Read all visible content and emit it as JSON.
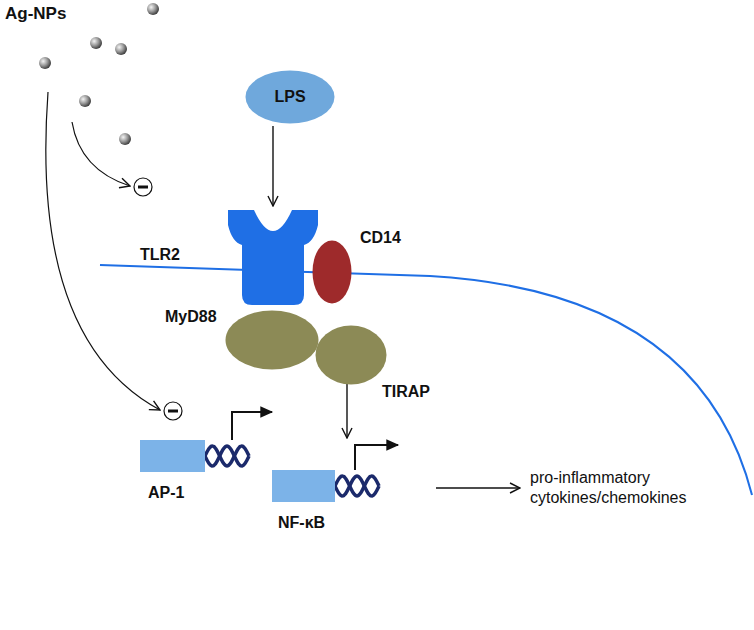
{
  "diagram": {
    "nodes": [
      {
        "text": [
          "LPS"
        ]
      },
      {
        "text": [
          "TLR2"
        ]
      },
      {
        "text": [
          "CD14"
        ]
      },
      {
        "text": [
          "MyD88"
        ]
      },
      {
        "text": [
          "TIRAP"
        ]
      },
      {
        "text": [
          "AP-1"
        ]
      },
      {
        "text": [
          "NF-κB"
        ]
      }
    ],
    "edges": [
      {
        "from": 0,
        "to": 1,
        "arrow": "to"
      }
    ],
    "labels": [
      "Ag-NPs",
      "pro-inflammatory cytokines/chemokines"
    ]
  }
}
